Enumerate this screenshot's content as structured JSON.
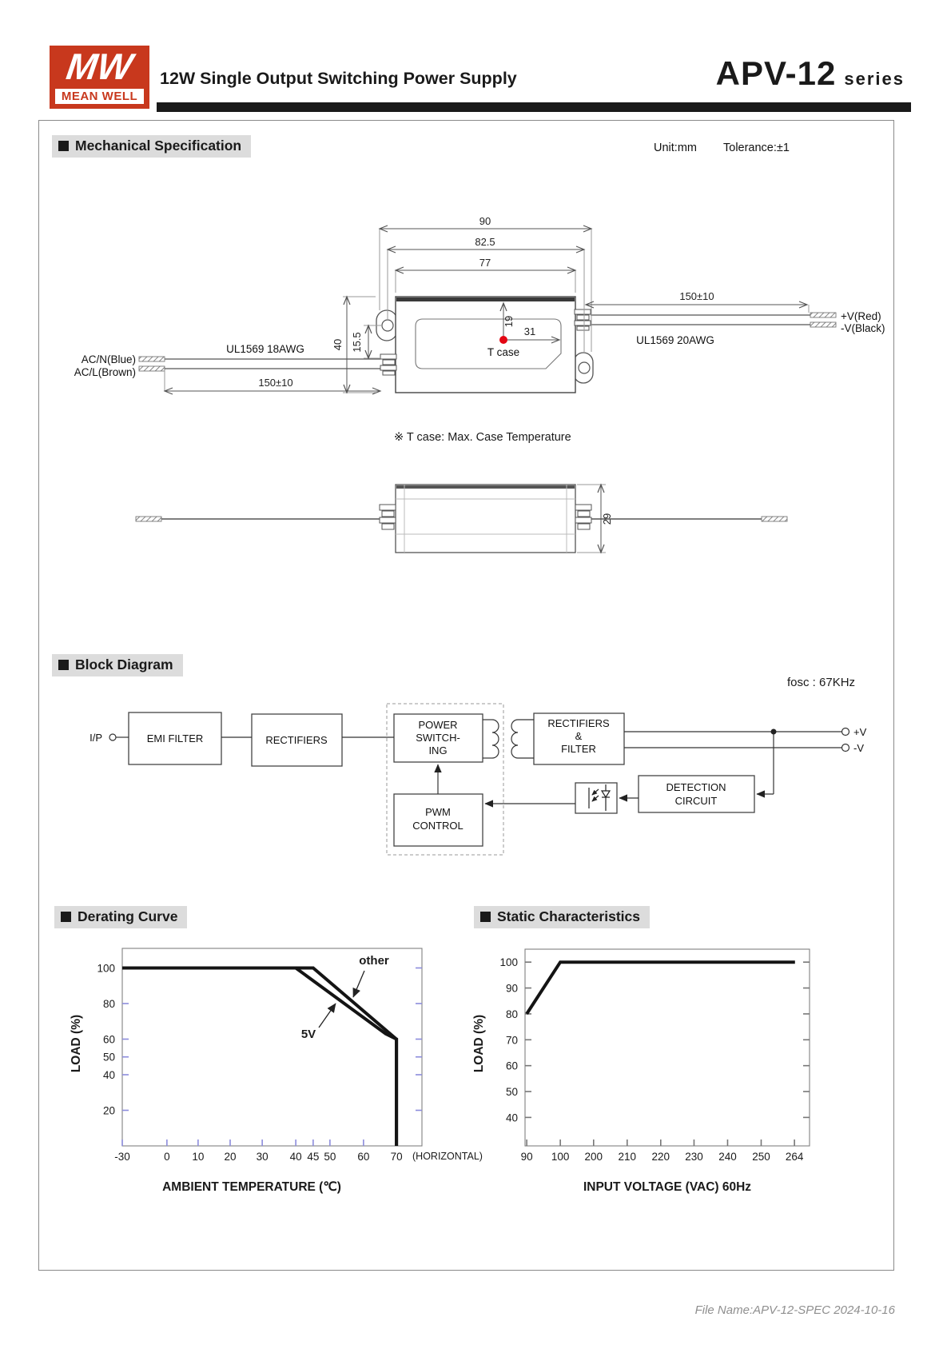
{
  "page": {
    "header": {
      "logo_mw": "MW",
      "logo_brand": "MEAN WELL",
      "title": "12W Single Output Switching Power Supply",
      "series_name": "APV-12",
      "series_suffix": "series"
    },
    "footer_file_name": "File Name:APV-12-SPEC  2024-10-16"
  },
  "sections": {
    "mechanical": {
      "heading": "Mechanical Specification",
      "unit_label": "Unit:mm",
      "tolerance_label": "Tolerance:±1",
      "dims": {
        "width_overall": "90",
        "hole_pitch": "82.5",
        "body_width": "77",
        "body_height": "40",
        "wire_offset": "15.5",
        "tcase_y": "19",
        "tcase_x": "31",
        "depth": "29",
        "input_lead_length": "150±10",
        "output_lead_length": "150±10"
      },
      "labels": {
        "ac_n": "AC/N(Blue)",
        "ac_l": "AC/L(Brown)",
        "input_wire_type": "UL1569 18AWG",
        "output_wire_type": "UL1569 20AWG",
        "v_plus": "+V(Red)",
        "v_minus": "-V(Black)",
        "tcase": "T case",
        "tcase_note": "※ T case: Max. Case Temperature"
      }
    },
    "block_diagram": {
      "heading": "Block Diagram",
      "fosc": "fosc : 67KHz",
      "input_label": "I/P",
      "boxes": {
        "emi": "EMI FILTER",
        "rectifiers": "RECTIFIERS",
        "power_switching": [
          "POWER",
          "SWITCH-",
          "ING"
        ],
        "rectifiers_filter": [
          "RECTIFIERS",
          "&",
          "FILTER"
        ],
        "detection": [
          "DETECTION",
          "CIRCUIT"
        ],
        "pwm": [
          "PWM",
          "CONTROL"
        ]
      },
      "output_plus": "+V",
      "output_minus": "-V"
    },
    "derating": {
      "heading": "Derating Curve"
    },
    "static_characteristics": {
      "heading": "Static Characteristics"
    }
  },
  "chart_data": [
    {
      "type": "line",
      "title": "Derating Curve",
      "xlabel": "AMBIENT TEMPERATURE (℃)",
      "ylabel": "LOAD (%)",
      "x_axis_note": "(HORIZONTAL)",
      "ylim": [
        0,
        111
      ],
      "grid": false,
      "legend_position": "inline-annotations",
      "tick_color": "#8c8cdc",
      "x_ticks": [
        {
          "label": "-30",
          "t": 0.0
        },
        {
          "label": "0",
          "t": 0.149
        },
        {
          "label": "10",
          "t": 0.253
        },
        {
          "label": "20",
          "t": 0.36
        },
        {
          "label": "30",
          "t": 0.467
        },
        {
          "label": "40",
          "t": 0.579
        },
        {
          "label": "45",
          "t": 0.637
        },
        {
          "label": "50",
          "t": 0.693
        },
        {
          "label": "60",
          "t": 0.805
        },
        {
          "label": "70",
          "t": 0.915
        }
      ],
      "y_ticks": [
        100,
        80,
        60,
        50,
        40,
        20
      ],
      "series": [
        {
          "name": "other",
          "points": [
            [
              -30,
              100
            ],
            [
              45,
              100
            ],
            [
              70,
              60
            ],
            [
              70,
              0
            ]
          ],
          "points_norm": [
            [
              0,
              100
            ],
            [
              0.637,
              100
            ],
            [
              0.915,
              60
            ],
            [
              0.915,
              0
            ]
          ]
        },
        {
          "name": "5V",
          "points": [
            [
              -30,
              100
            ],
            [
              40,
              100
            ],
            [
              70,
              60
            ],
            [
              70,
              0
            ]
          ],
          "points_norm": [
            [
              0,
              100
            ],
            [
              0.579,
              100
            ],
            [
              0.879,
              63
            ],
            [
              0.915,
              60
            ],
            [
              0.915,
              0
            ]
          ]
        }
      ]
    },
    {
      "type": "line",
      "title": "Static Characteristics",
      "xlabel": "INPUT VOLTAGE (VAC) 60Hz",
      "ylabel": "LOAD (%)",
      "x_axis_note": "",
      "ylim": [
        29,
        105
      ],
      "grid": false,
      "legend_position": "none",
      "tick_color": "#777777",
      "x_ticks": [
        {
          "label": "90",
          "t": 0.006
        },
        {
          "label": "100",
          "t": 0.124
        },
        {
          "label": "200",
          "t": 0.241
        },
        {
          "label": "210",
          "t": 0.359
        },
        {
          "label": "220",
          "t": 0.477
        },
        {
          "label": "230",
          "t": 0.594
        },
        {
          "label": "240",
          "t": 0.712
        },
        {
          "label": "250",
          "t": 0.83
        },
        {
          "label": "264",
          "t": 0.947
        }
      ],
      "y_ticks": [
        100,
        90,
        80,
        70,
        60,
        50,
        40
      ],
      "series": [
        {
          "name": "load",
          "points": [
            [
              90,
              80
            ],
            [
              100,
              100
            ],
            [
              264,
              100
            ]
          ],
          "points_norm": [
            [
              0.006,
              80
            ],
            [
              0.124,
              100
            ],
            [
              0.949,
              100
            ]
          ]
        }
      ]
    }
  ]
}
